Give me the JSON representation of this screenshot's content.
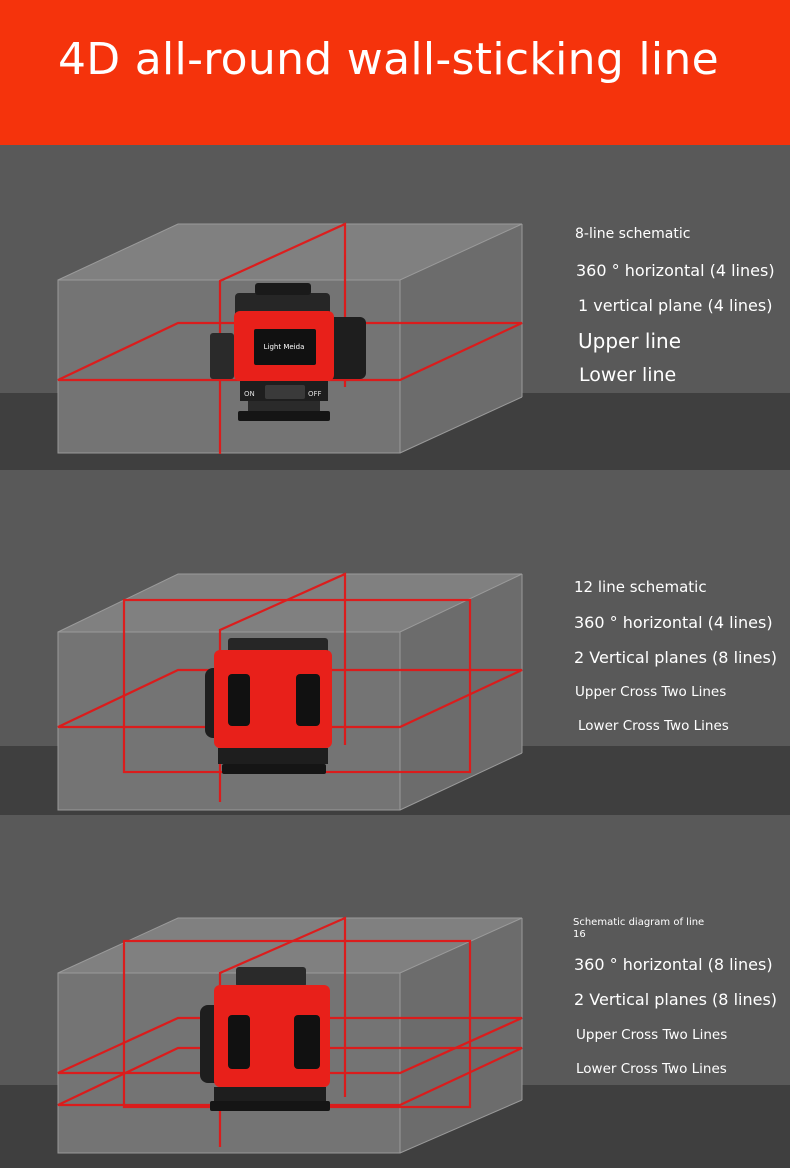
{
  "title": "4D all-round wall-sticking line",
  "colors": {
    "header": "#f5330c",
    "pointer": "#f7c610",
    "laser": "#e01818",
    "device_red": "#e8201a",
    "background": "#5b5b5b"
  },
  "sections": [
    {
      "heading": "8-line schematic",
      "lines": [
        "360 ° horizontal (4 lines)",
        "1 vertical plane (4 lines)",
        "Upper line",
        "Lower line"
      ],
      "device_label": "Light Meida",
      "switch_on": "ON",
      "switch_off": "OFF"
    },
    {
      "heading": "12 line schematic",
      "lines": [
        "360 ° horizontal (4 lines)",
        "2 Vertical planes (8 lines)",
        "Upper Cross Two Lines",
        "Lower Cross Two Lines"
      ]
    },
    {
      "heading": "Schematic diagram of line 16",
      "lines": [
        "360 ° horizontal (8 lines)",
        "2 Vertical planes (8 lines)",
        "Upper Cross Two Lines",
        "Lower Cross Two Lines"
      ]
    }
  ]
}
